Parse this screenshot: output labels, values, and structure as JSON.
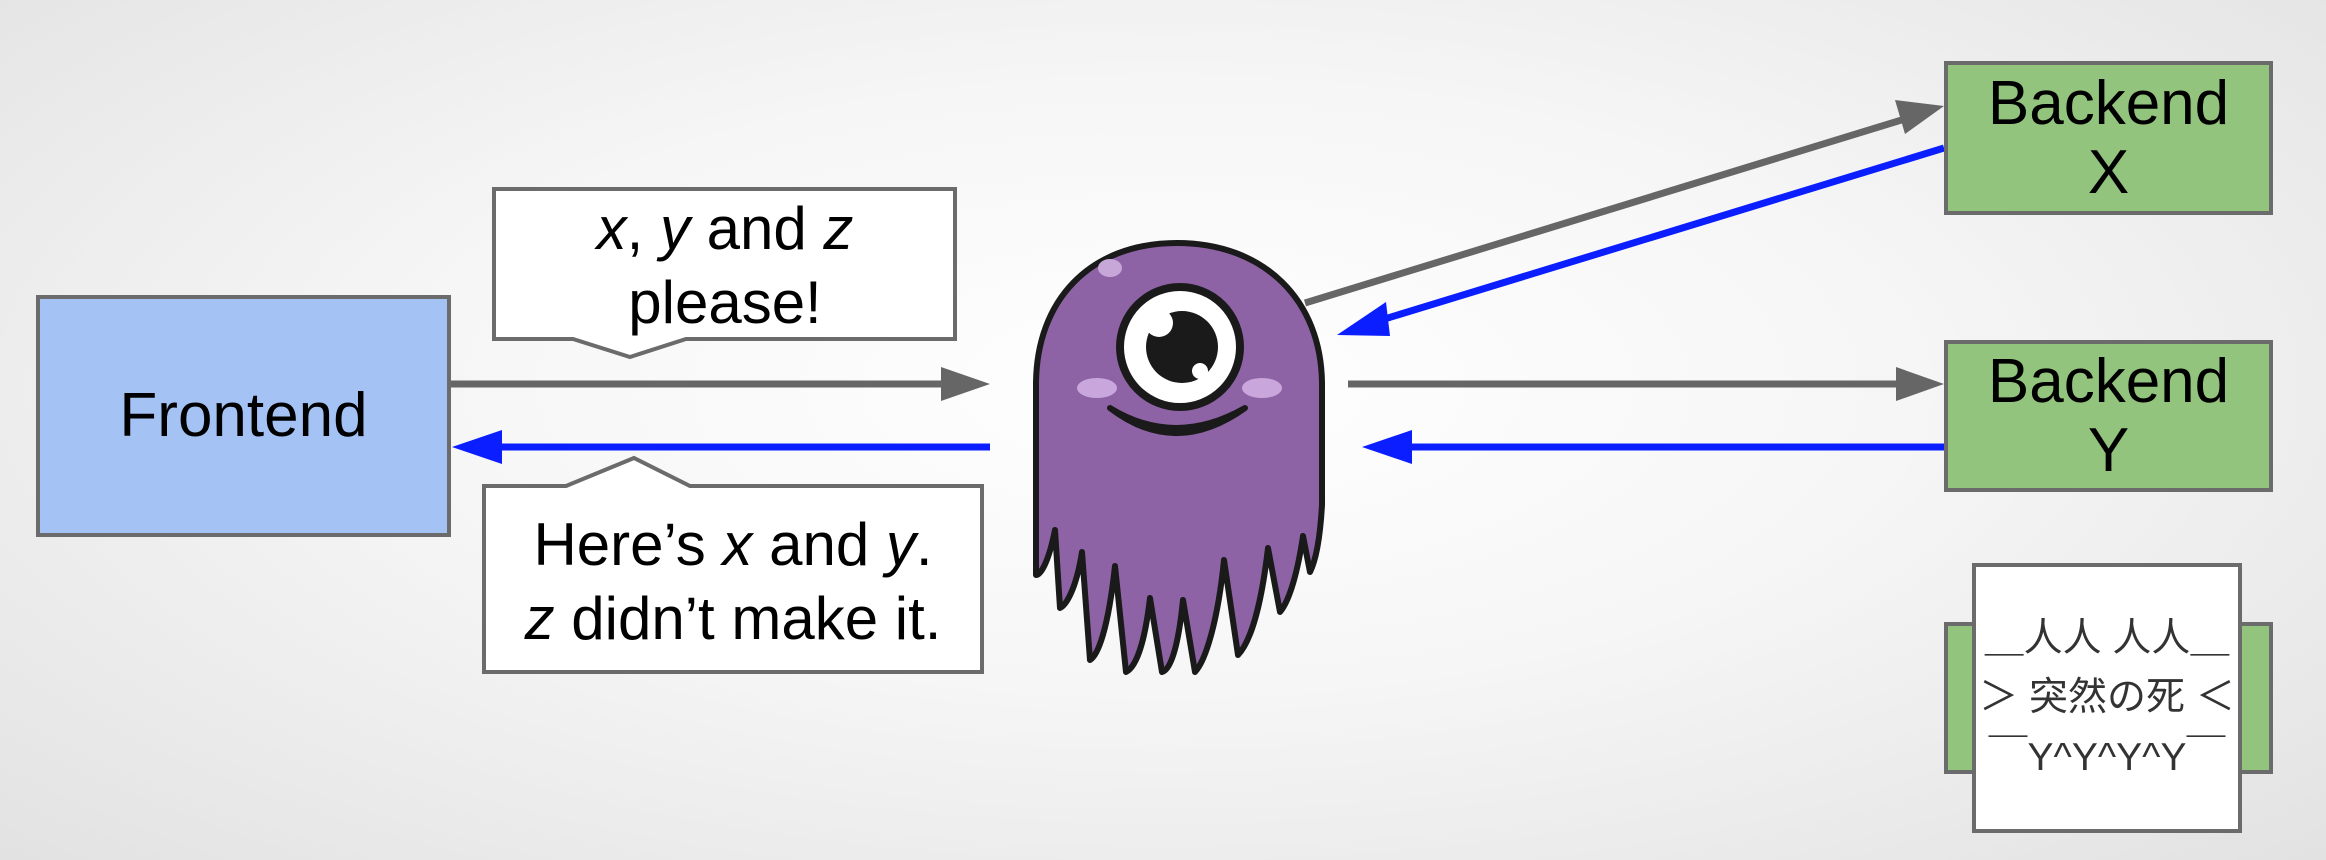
{
  "frontend": {
    "label": "Frontend"
  },
  "backends": [
    {
      "line1": "Backend",
      "line2": "X"
    },
    {
      "line1": "Backend",
      "line2": "Y"
    }
  ],
  "request_bubble": {
    "line1_x": "x",
    "line1_sep": ", ",
    "line1_y": "y",
    "line1_and": " and ",
    "line1_z": "z",
    "line2": "please!"
  },
  "response_bubble": {
    "l1_prefix": "Here’s ",
    "l1_x": "x",
    "l1_and": " and ",
    "l1_y": "y",
    "l1_suffix": ".",
    "l2_z": "z",
    "l2_rest": " didn’t make it."
  },
  "sudden_death": {
    "line1": "＿人人 人人＿",
    "line2": "＞ 突然の死 ＜",
    "line3": "￣Y^Y^Y^Y￣"
  },
  "colors": {
    "request_arrow": "#666666",
    "response_arrow": "#0a1eff",
    "frontend_fill": "#a4c2f4",
    "backend_fill": "#93c47d",
    "mascot_body": "#8e63a6"
  },
  "icons": {
    "mascot": "purple-one-eyed-octopus-mascot-icon"
  }
}
